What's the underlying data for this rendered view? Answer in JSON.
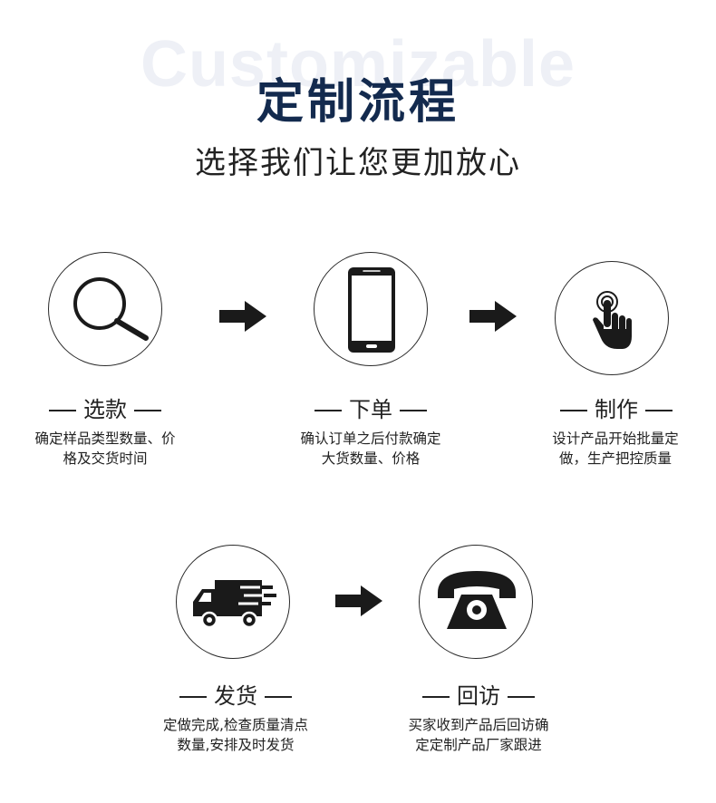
{
  "header": {
    "background_text": "Customizable",
    "title": "定制流程",
    "subtitle": "选择我们让您更加放心"
  },
  "colors": {
    "title": "#132a4e",
    "text": "#222222",
    "background_text": "#eef0f6"
  },
  "steps": [
    {
      "icon": "magnifier-icon",
      "title": "选款",
      "desc": "确定样品类型数量、价格及交货时间"
    },
    {
      "icon": "smartphone-icon",
      "title": "下单",
      "desc": "确认订单之后付款确定大货数量、价格"
    },
    {
      "icon": "touch-hand-icon",
      "title": "制作",
      "desc": "设计产品开始批量定做，生产把控质量"
    },
    {
      "icon": "delivery-truck-icon",
      "title": "发货",
      "desc": "定做完成,检查质量清点数量,安排及时发货"
    },
    {
      "icon": "telephone-icon",
      "title": "回访",
      "desc": "买家收到产品后回访确定定制产品厂家跟进"
    }
  ]
}
